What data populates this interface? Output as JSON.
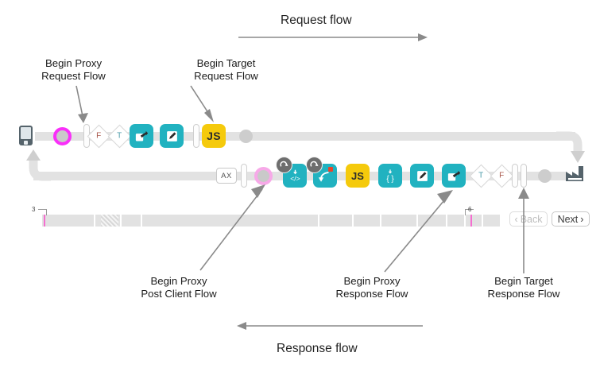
{
  "diagram": {
    "title_top": "Request flow",
    "title_bottom": "Response flow",
    "callouts": [
      {
        "key": "begin_proxy_request",
        "line1": "Begin Proxy",
        "line2": "Request Flow"
      },
      {
        "key": "begin_target_request",
        "line1": "Begin Target",
        "line2": "Request Flow"
      },
      {
        "key": "begin_proxy_post_client",
        "line1": "Begin Proxy",
        "line2": "Post Client Flow"
      },
      {
        "key": "begin_proxy_response",
        "line1": "Begin Proxy",
        "line2": "Response Flow"
      },
      {
        "key": "begin_target_response",
        "line1": "Begin Target",
        "line2": "Response Flow"
      }
    ],
    "request_row": {
      "client_icon": "mobile-phone-icon",
      "nodes": [
        {
          "type": "ring",
          "label": ""
        },
        {
          "type": "pill",
          "label": ""
        },
        {
          "type": "diamond",
          "label": "F"
        },
        {
          "type": "diamond",
          "label": "T"
        },
        {
          "type": "policy",
          "label": "assign-message-icon"
        },
        {
          "type": "policy",
          "label": "edit-policy-icon"
        },
        {
          "type": "pill",
          "label": ""
        },
        {
          "type": "policy-js",
          "label": "JS"
        },
        {
          "type": "dot",
          "label": ""
        }
      ]
    },
    "response_row": {
      "target_icon": "target-server-icon",
      "nodes": [
        {
          "type": "axbox",
          "label": "AX"
        },
        {
          "type": "pill",
          "label": ""
        },
        {
          "type": "ring-faded",
          "label": ""
        },
        {
          "type": "policy",
          "label": "xml-code-icon"
        },
        {
          "type": "policy",
          "label": "flow-callout-icon"
        },
        {
          "type": "policy-js",
          "label": "JS"
        },
        {
          "type": "policy",
          "label": "json-braces-icon"
        },
        {
          "type": "policy",
          "label": "edit-policy-icon"
        },
        {
          "type": "policy",
          "label": "assign-message-icon"
        },
        {
          "type": "diamond",
          "label": "T"
        },
        {
          "type": "diamond",
          "label": "F"
        },
        {
          "type": "pill",
          "label": ""
        },
        {
          "type": "pill",
          "label": ""
        },
        {
          "type": "dot",
          "label": ""
        }
      ]
    },
    "timeline": {
      "left_label": "3",
      "right_label": "6",
      "back_button": "Back",
      "next_button": "Next",
      "back_chevron": "‹",
      "next_chevron": "›"
    },
    "colors": {
      "policy_teal": "#21b2c0",
      "policy_yellow": "#f5ca0c",
      "rail_grey": "#e2e2e2",
      "accent_magenta": "#f92ff9",
      "accent_magenta_faded": "#f7a9e8",
      "arrow_grey": "#8a8a8a",
      "text": "#1b1b1b",
      "flag_false": "#a8564a",
      "flag_true": "#4a9aa8"
    }
  }
}
